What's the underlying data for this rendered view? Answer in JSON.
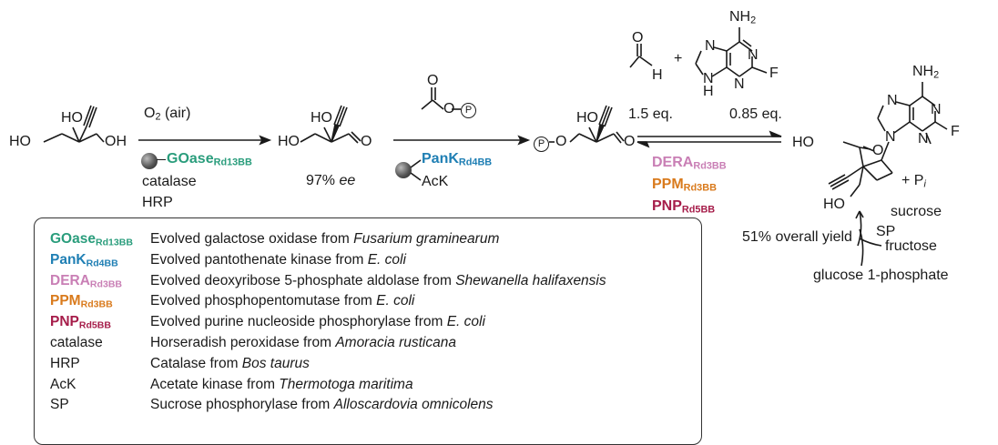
{
  "colors": {
    "goase": "#2a9d7c",
    "pank": "#1f7fb4",
    "dera": "#c97fb5",
    "ppm": "#d97a1c",
    "pnp": "#a61d4a",
    "text": "#1a1a1a"
  },
  "atoms": {
    "HO": "HO",
    "OH": "OH",
    "O": "O",
    "H": "H",
    "N": "N",
    "F": "F",
    "NH2": "NH",
    "NH2_sub": "2",
    "P": "P",
    "H_NH": "H"
  },
  "step1": {
    "reagent": "O",
    "reagent_sub": "2",
    "reagent_suffix": " (air)",
    "enzyme_name": "GOase",
    "enzyme_sub": "Rd13BB",
    "cofactor1": "catalase",
    "cofactor2": "HRP",
    "ee_value": "97% ",
    "ee_label": "ee"
  },
  "step2": {
    "enzyme_name": "PanK",
    "enzyme_sub": "Rd4BB",
    "cofactor": "AcK"
  },
  "step3": {
    "eq1": "1.5 eq.",
    "eq2": "0.85 eq.",
    "enzymes": [
      {
        "name": "DERA",
        "sub": "Rd3BB"
      },
      {
        "name": "PPM",
        "sub": "Rd3BB"
      },
      {
        "name": "PNP",
        "sub": "Rd5BB"
      }
    ],
    "yield": "51% overall yield"
  },
  "side": {
    "plus_pi": "+ P",
    "pi_sub": "i",
    "sucrose": "sucrose",
    "sp": "SP",
    "fructose": "fructose",
    "glucose": "glucose 1-phosphate"
  },
  "legend": [
    {
      "abbr": "GOase",
      "sub": "Rd13BB",
      "color_key": "goase",
      "desc_pre": "Evolved galactose oxidase from ",
      "desc_it": "Fusarium graminearum"
    },
    {
      "abbr": "PanK",
      "sub": "Rd4BB",
      "color_key": "pank",
      "desc_pre": "Evolved pantothenate kinase from ",
      "desc_it": "E. coli"
    },
    {
      "abbr": "DERA",
      "sub": "Rd3BB",
      "color_key": "dera",
      "desc_pre": "Evolved deoxyribose 5-phosphate aldolase from ",
      "desc_it": "Shewanella halifaxensis"
    },
    {
      "abbr": "PPM",
      "sub": "Rd3BB",
      "color_key": "ppm",
      "desc_pre": "Evolved phosphopentomutase from ",
      "desc_it": "E. coli"
    },
    {
      "abbr": "PNP",
      "sub": "Rd5BB",
      "color_key": "pnp",
      "desc_pre": "Evolved purine nucleoside phosphorylase from ",
      "desc_it": "E. coli"
    },
    {
      "abbr": "catalase",
      "sub": "",
      "color_key": "text",
      "desc_pre": "Horseradish peroxidase from ",
      "desc_it": "Amoracia rusticana"
    },
    {
      "abbr": "HRP",
      "sub": "",
      "color_key": "text",
      "desc_pre": "Catalase from ",
      "desc_it": "Bos taurus"
    },
    {
      "abbr": "AcK",
      "sub": "",
      "color_key": "text",
      "desc_pre": "Acetate kinase from ",
      "desc_it": "Thermotoga maritima"
    },
    {
      "abbr": "SP",
      "sub": "",
      "color_key": "text",
      "desc_pre": "Sucrose phosphorylase from ",
      "desc_it": "Alloscardovia omnicolens"
    }
  ]
}
